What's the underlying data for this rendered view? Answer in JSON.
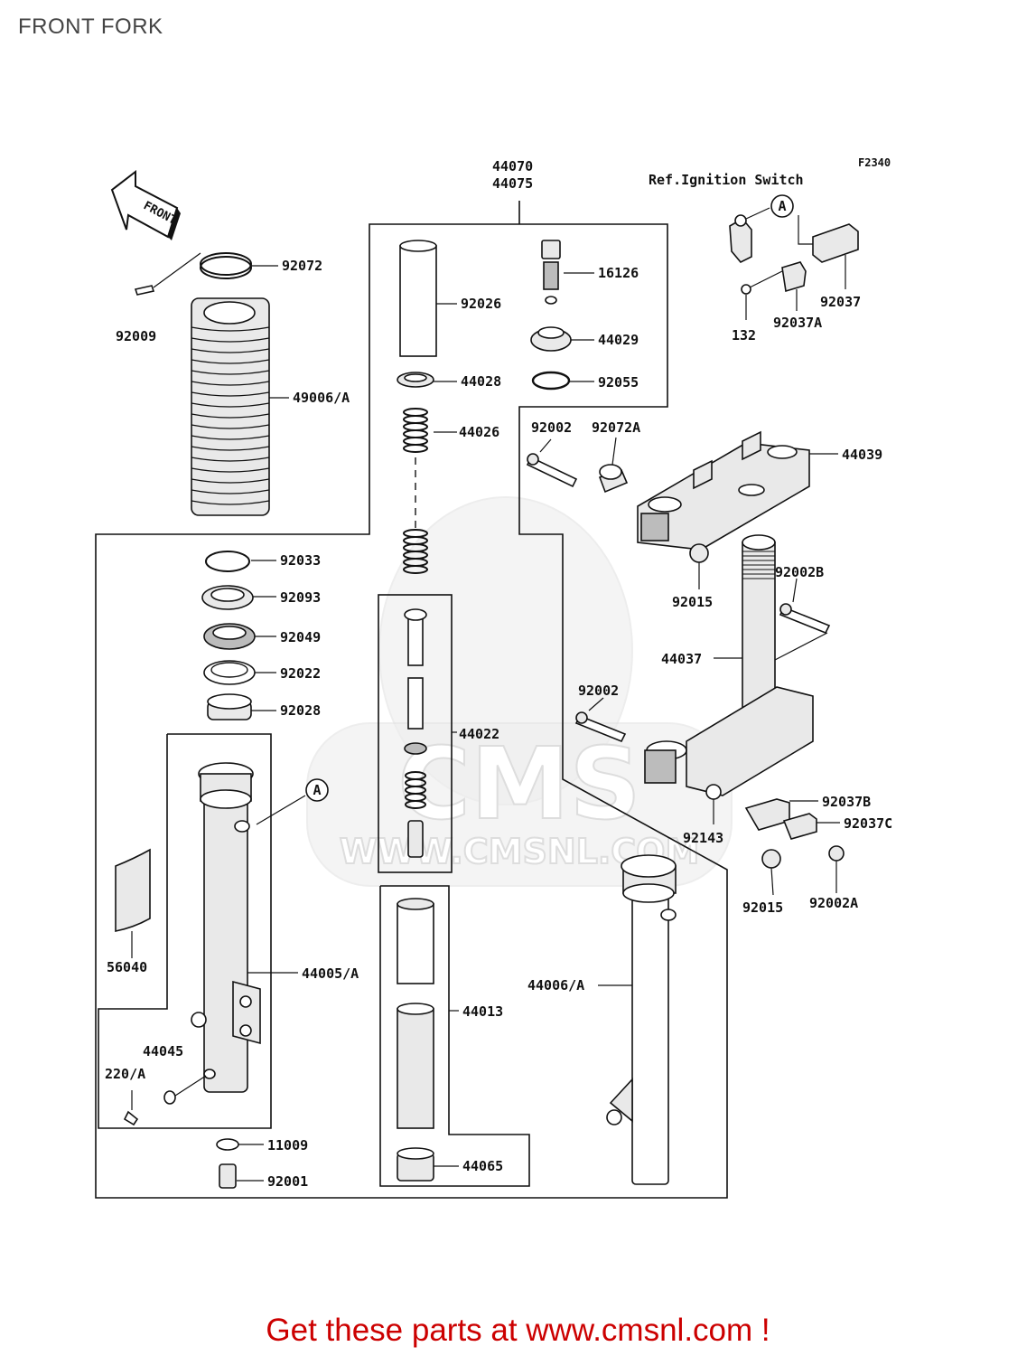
{
  "page": {
    "title": "FRONT FORK",
    "footer": "Get these parts at www.cmsnl.com !"
  },
  "diagram": {
    "code": "F2340",
    "ref_note": "Ref.Ignition Switch",
    "front_arrow": "FRONT",
    "watermark": {
      "logo": "CMS",
      "url": "WWW.CMSNL.COM"
    },
    "callout": "A",
    "labels": {
      "p44070": "44070",
      "p44075": "44075",
      "p92072": "92072",
      "p92009": "92009",
      "p49006": "49006/A",
      "p92026": "92026",
      "p16126": "16126",
      "p44029": "44029",
      "p44028": "44028",
      "p92055": "92055",
      "p44026": "44026",
      "p92002_top": "92002",
      "p92072a": "92072A",
      "p44039": "44039",
      "p92037": "92037",
      "p132": "132",
      "p92037a": "92037A",
      "p92033": "92033",
      "p92093": "92093",
      "p92049": "92049",
      "p92022": "92022",
      "p92028": "92028",
      "p92015_top": "92015",
      "p92002b": "92002B",
      "p44037": "44037",
      "p92002_mid": "92002",
      "p44022": "44022",
      "p92037b": "92037B",
      "p92037c": "92037C",
      "p92143": "92143",
      "p92015_bot": "92015",
      "p92002a": "92002A",
      "p56040": "56040",
      "p44005": "44005/A",
      "p44006": "44006/A",
      "p44013": "44013",
      "p44045": "44045",
      "p220": "220/A",
      "p11009": "11009",
      "p92001": "92001",
      "p44065": "44065"
    }
  }
}
